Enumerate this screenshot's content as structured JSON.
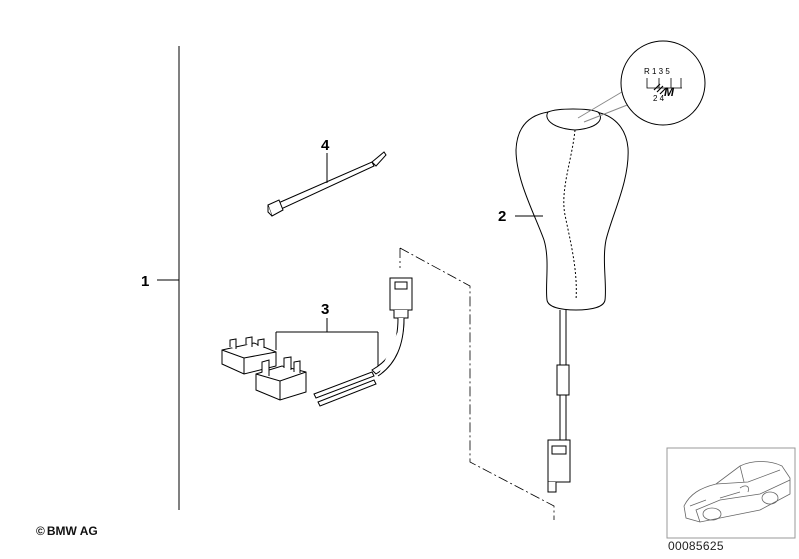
{
  "callouts": {
    "assembly": "1",
    "knob": "2",
    "connector_set": "3",
    "cable_tie": "4"
  },
  "shift_pattern": {
    "top_row": "R 1 3 5",
    "bottom_row": "2 4",
    "badge": "M"
  },
  "footer": {
    "copyright_symbol": "©",
    "copyright_text": "BMW AG",
    "diagram_id": "00085625"
  },
  "icons": [
    "gear-knob-illustration",
    "cable-tie-illustration",
    "connector-housing-illustration",
    "car-thumbnail-illustration"
  ],
  "colors": {
    "line": "#000000",
    "background": "#ffffff"
  }
}
